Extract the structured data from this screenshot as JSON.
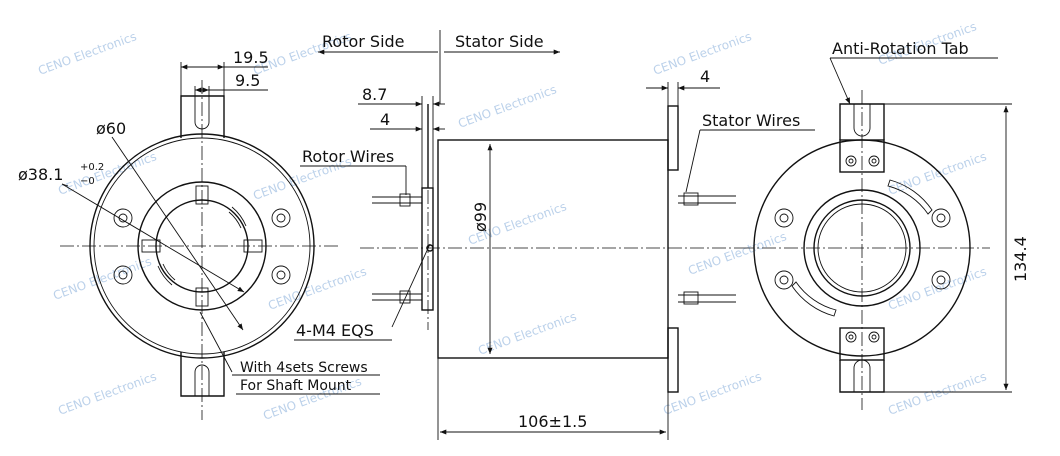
{
  "labels": {
    "rotor_side": "Rotor Side",
    "stator_side": "Stator Side",
    "anti_rotation_tab": "Anti-Rotation Tab",
    "stator_wires": "Stator Wires",
    "rotor_wires": "Rotor Wires",
    "screws_line1": "With 4sets Screws",
    "screws_line2": "For Shaft Mount",
    "thread": "4-M4 EQS"
  },
  "dimensions": {
    "width_19_5": "19.5",
    "width_9_5": "9.5",
    "dia_60": "ø60",
    "dia_38": "ø38.1",
    "tol_plus": "+0.2",
    "tol_minus": "−0",
    "d_8_7": "8.7",
    "d_4_flange": "4",
    "d_4_tab": "4",
    "dia_99": "ø99",
    "length": "106±1.5",
    "height": "134.4"
  },
  "watermark": "CENO Electronics"
}
